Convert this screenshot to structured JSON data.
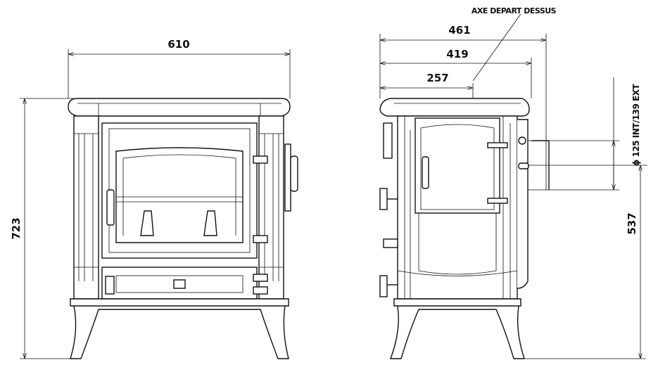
{
  "front_view": {
    "width_label": "610",
    "height_label": "723"
  },
  "side_view": {
    "depth_total_label": "461",
    "depth_body_label": "419",
    "flue_axis_label": "257",
    "flue_axis_note": "AXE DEPART DESSUS",
    "flue_diameter_label": "ϕ 125 INT/139 EXT",
    "flue_height_label": "537"
  }
}
